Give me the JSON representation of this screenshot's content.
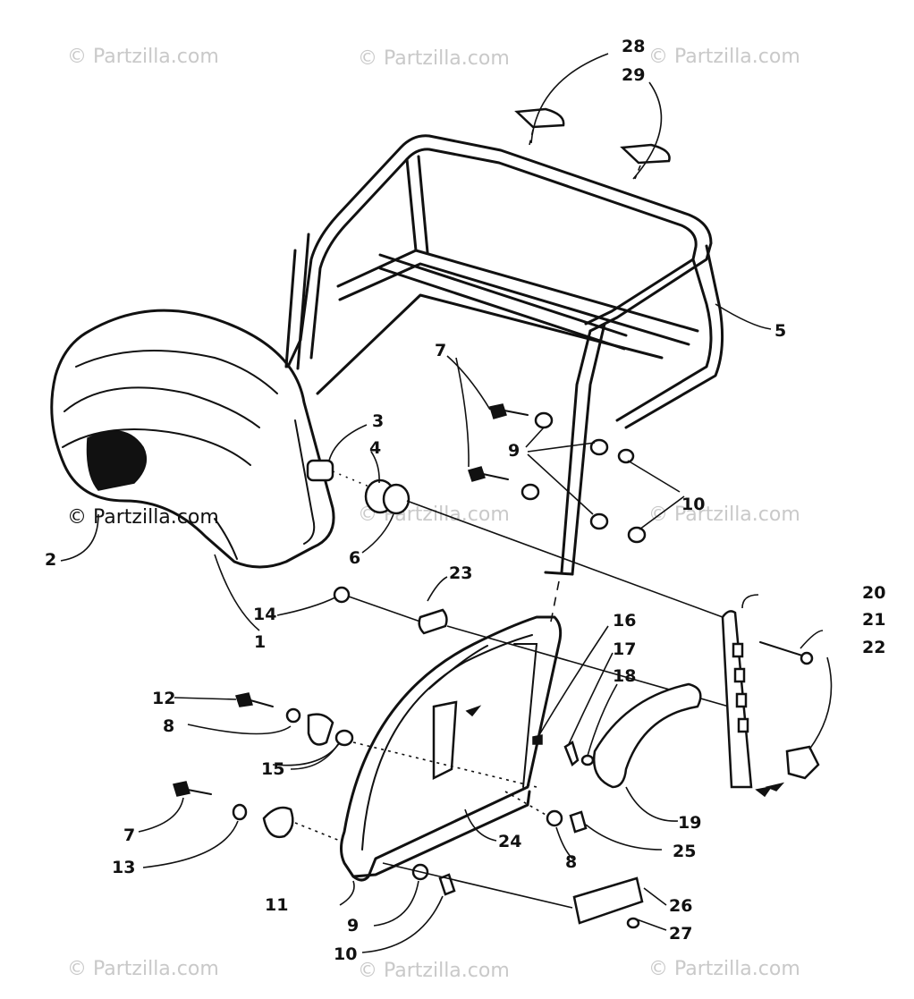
{
  "watermark": {
    "text": "© Partzilla.com"
  },
  "callouts": {
    "c1": "1",
    "c2": "2",
    "c3": "3",
    "c4": "4",
    "c5": "5",
    "c6": "6",
    "c7a": "7",
    "c7b": "7",
    "c8a": "8",
    "c8b": "8",
    "c9a": "9",
    "c9b": "9",
    "c10a": "10",
    "c10b": "10",
    "c11": "11",
    "c12": "12",
    "c13": "13",
    "c14": "14",
    "c15": "15",
    "c16": "16",
    "c17": "17",
    "c18": "18",
    "c19": "19",
    "c20": "20",
    "c21": "21",
    "c22": "22",
    "c23": "23",
    "c24": "24",
    "c25": "25",
    "c26": "26",
    "c27": "27",
    "c28": "28",
    "c29": "29"
  }
}
